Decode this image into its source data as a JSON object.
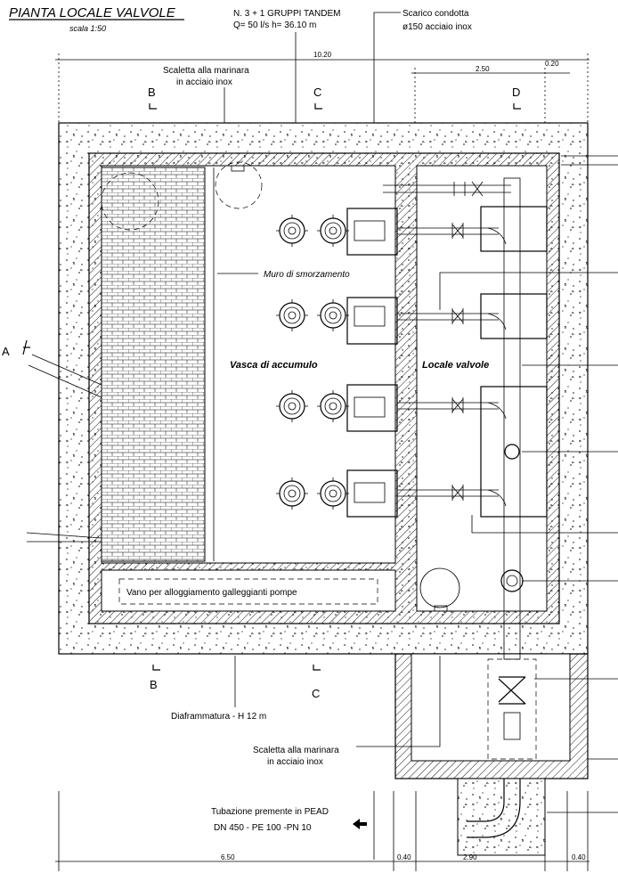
{
  "header": {
    "title": "PIANTA LOCALE VALVOLE",
    "scale": "scala   1:50"
  },
  "notes": {
    "pumps_line1": "N. 3 + 1 GRUPPI TANDEM",
    "pumps_line2": "Q= 50 l/s   h= 36.10 m",
    "discharge_line1": "Scarico condotta",
    "discharge_line2": "ø150 acciaio inox",
    "ladder_top_line1": "Scaletta alla marinara",
    "ladder_top_line2": "in acciaio inox",
    "baffle_wall": "Muro di smorzamento",
    "storage_tank": "Vasca di accumulo",
    "valve_room": "Locale valvole",
    "float_bay": "Vano per alloggiamento galleggianti pompe",
    "diaphragm": "Diaframmatura - H 12 m",
    "ladder_bottom_line1": "Scaletta alla marinara",
    "ladder_bottom_line2": "in acciaio inox",
    "pipe_line1": "Tubazione premente in PEAD",
    "pipe_line2": "DN 450 - PE 100 -PN 10"
  },
  "dimensions": {
    "total_width": "10.20",
    "valve_room_width": "2.50",
    "wall": "0.20",
    "bottom_left": "6.50",
    "bottom_wall_left": "0.40",
    "bottom_mid": "2.90",
    "bottom_wall_right": "0.40"
  },
  "sections": {
    "a": "A",
    "b_top": "B",
    "c_top": "C",
    "d_top": "D",
    "b_bottom": "B",
    "c_bottom": "C"
  }
}
